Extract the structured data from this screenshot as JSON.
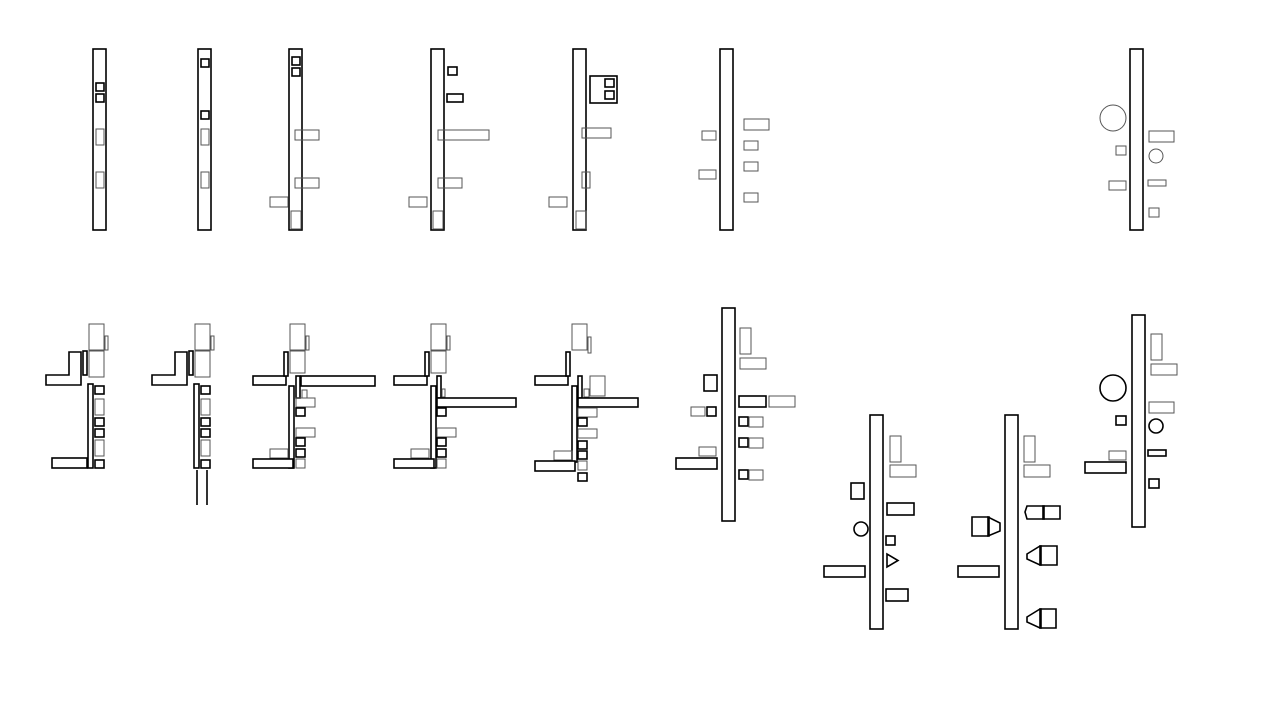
{
  "figure": {
    "kind": "line-drawing",
    "stroke_color": "#000000",
    "secondary_stroke_color": "#555555",
    "background": "#ffffff",
    "rows": 2,
    "top_row_figures": 7,
    "bottom_row_figures": 9,
    "text_labels": []
  }
}
